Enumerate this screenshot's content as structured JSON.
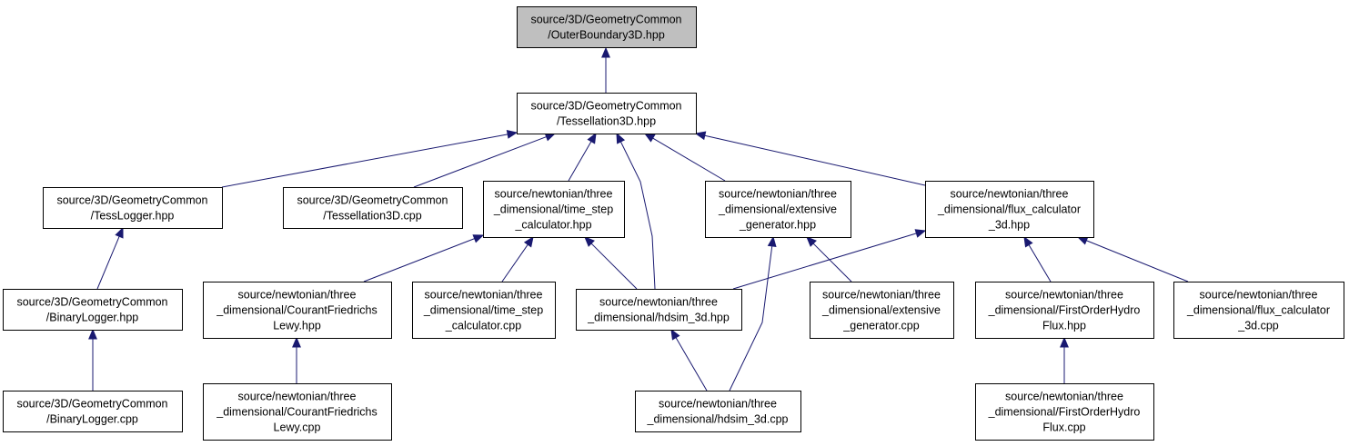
{
  "colors": {
    "edge": "#191970",
    "root_fill": "#bfbfbf",
    "node_fill": "#ffffff",
    "border": "#000000"
  },
  "nodes": [
    {
      "id": "outer_boundary_hpp",
      "lines": [
        "source/3D/GeometryCommon",
        "/OuterBoundary3D.hpp"
      ],
      "highlight": true
    },
    {
      "id": "tessellation3d_hpp",
      "lines": [
        "source/3D/GeometryCommon",
        "/Tessellation3D.hpp"
      ]
    },
    {
      "id": "tesslogger_hpp",
      "lines": [
        "source/3D/GeometryCommon",
        "/TessLogger.hpp"
      ]
    },
    {
      "id": "tessellation3d_cpp",
      "lines": [
        "source/3D/GeometryCommon",
        "/Tessellation3D.cpp"
      ]
    },
    {
      "id": "time_step_calculator_hpp",
      "lines": [
        "source/newtonian/three",
        "_dimensional/time_step",
        "_calculator.hpp"
      ]
    },
    {
      "id": "extensive_generator_hpp",
      "lines": [
        "source/newtonian/three",
        "_dimensional/extensive",
        "_generator.hpp"
      ]
    },
    {
      "id": "flux_calculator_3d_hpp",
      "lines": [
        "source/newtonian/three",
        "_dimensional/flux_calculator",
        "_3d.hpp"
      ]
    },
    {
      "id": "binarylogger_hpp",
      "lines": [
        "source/3D/GeometryCommon",
        "/BinaryLogger.hpp"
      ]
    },
    {
      "id": "courant_hpp",
      "lines": [
        "source/newtonian/three",
        "_dimensional/CourantFriedrichs",
        "Lewy.hpp"
      ]
    },
    {
      "id": "time_step_calculator_cpp",
      "lines": [
        "source/newtonian/three",
        "_dimensional/time_step",
        "_calculator.cpp"
      ]
    },
    {
      "id": "hdsim_3d_hpp",
      "lines": [
        "source/newtonian/three",
        "_dimensional/hdsim_3d.hpp"
      ]
    },
    {
      "id": "extensive_generator_cpp",
      "lines": [
        "source/newtonian/three",
        "_dimensional/extensive",
        "_generator.cpp"
      ]
    },
    {
      "id": "first_order_hydro_hpp",
      "lines": [
        "source/newtonian/three",
        "_dimensional/FirstOrderHydro",
        "Flux.hpp"
      ]
    },
    {
      "id": "flux_calculator_3d_cpp",
      "lines": [
        "source/newtonian/three",
        "_dimensional/flux_calculator",
        "_3d.cpp"
      ]
    },
    {
      "id": "binarylogger_cpp",
      "lines": [
        "source/3D/GeometryCommon",
        "/BinaryLogger.cpp"
      ]
    },
    {
      "id": "courant_cpp",
      "lines": [
        "source/newtonian/three",
        "_dimensional/CourantFriedrichs",
        "Lewy.cpp"
      ]
    },
    {
      "id": "hdsim_3d_cpp",
      "lines": [
        "source/newtonian/three",
        "_dimensional/hdsim_3d.cpp"
      ]
    },
    {
      "id": "first_order_hydro_cpp",
      "lines": [
        "source/newtonian/three",
        "_dimensional/FirstOrderHydro",
        "Flux.cpp"
      ]
    }
  ],
  "edges": [
    {
      "from": "tessellation3d_hpp",
      "to": "outer_boundary_hpp"
    },
    {
      "from": "tesslogger_hpp",
      "to": "tessellation3d_hpp"
    },
    {
      "from": "tessellation3d_cpp",
      "to": "tessellation3d_hpp"
    },
    {
      "from": "time_step_calculator_hpp",
      "to": "tessellation3d_hpp"
    },
    {
      "from": "hdsim_3d_hpp",
      "to": "tessellation3d_hpp"
    },
    {
      "from": "extensive_generator_hpp",
      "to": "tessellation3d_hpp"
    },
    {
      "from": "flux_calculator_3d_hpp",
      "to": "tessellation3d_hpp"
    },
    {
      "from": "binarylogger_hpp",
      "to": "tesslogger_hpp"
    },
    {
      "from": "binarylogger_cpp",
      "to": "binarylogger_hpp"
    },
    {
      "from": "courant_hpp",
      "to": "time_step_calculator_hpp"
    },
    {
      "from": "time_step_calculator_cpp",
      "to": "time_step_calculator_hpp"
    },
    {
      "from": "hdsim_3d_hpp",
      "to": "time_step_calculator_hpp"
    },
    {
      "from": "courant_cpp",
      "to": "courant_hpp"
    },
    {
      "from": "hdsim_3d_cpp",
      "to": "hdsim_3d_hpp"
    },
    {
      "from": "hdsim_3d_cpp",
      "to": "extensive_generator_hpp"
    },
    {
      "from": "extensive_generator_cpp",
      "to": "extensive_generator_hpp"
    },
    {
      "from": "hdsim_3d_hpp",
      "to": "flux_calculator_3d_hpp"
    },
    {
      "from": "first_order_hydro_hpp",
      "to": "flux_calculator_3d_hpp"
    },
    {
      "from": "flux_calculator_3d_cpp",
      "to": "flux_calculator_3d_hpp"
    },
    {
      "from": "first_order_hydro_cpp",
      "to": "first_order_hydro_hpp"
    }
  ]
}
